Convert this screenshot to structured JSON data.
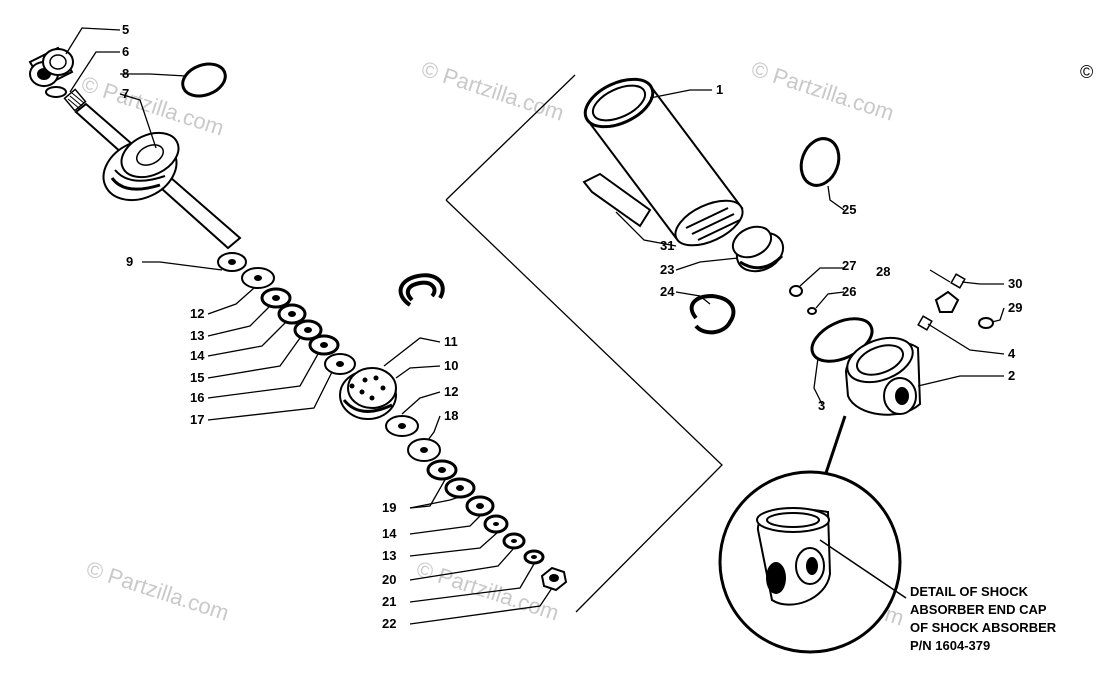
{
  "watermark": "© Partzilla.com",
  "corner_copyright": "©",
  "detail_caption": [
    "DETAIL OF SHOCK",
    "ABSORBER END CAP",
    "OF SHOCK ABSORBER",
    "P/N 1604-379"
  ],
  "callouts": {
    "c1": "1",
    "c2": "2",
    "c3": "3",
    "c4": "4",
    "c5": "5",
    "c6": "6",
    "c7": "7",
    "c8": "8",
    "c9": "9",
    "c10": "10",
    "c11": "11",
    "c12a": "12",
    "c12b": "12",
    "c13a": "13",
    "c13b": "13",
    "c14a": "14",
    "c14b": "14",
    "c15": "15",
    "c16": "16",
    "c17": "17",
    "c18": "18",
    "c19": "19",
    "c20": "20",
    "c21": "21",
    "c22": "22",
    "c23": "23",
    "c24": "24",
    "c25": "25",
    "c26": "26",
    "c27": "27",
    "c28": "28",
    "c29": "29",
    "c30": "30",
    "c31": "31"
  }
}
